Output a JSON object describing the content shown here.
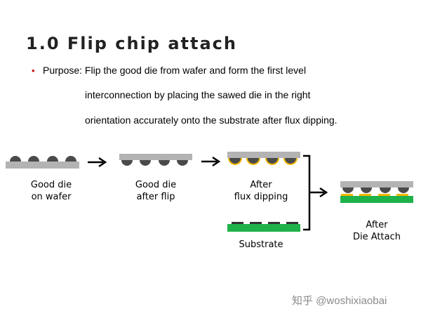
{
  "title": "1.0 Flip chip attach",
  "purpose": {
    "line1": "Purpose: Flip the good die from wafer and form the first level",
    "line2": "interconnection by placing the sawed die in the right",
    "line3": "orientation accurately onto the substrate after flux dipping."
  },
  "stages": [
    {
      "line1": "Good die",
      "line2": "on wafer"
    },
    {
      "line1": "Good die",
      "line2": "after flip"
    },
    {
      "line1": "After",
      "line2": "flux dipping"
    },
    {
      "line1": "Substrate",
      "line2": ""
    },
    {
      "line1": "After",
      "line2": "Die Attach"
    }
  ],
  "watermark": "知乎 @woshixiaobai",
  "colors": {
    "die_gray": "#b3b3b3",
    "bump_dark": "#4a4a4a",
    "flux_yellow": "#f2b700",
    "substrate_green": "#1fb24a",
    "bullet_red": "#cc0000"
  }
}
